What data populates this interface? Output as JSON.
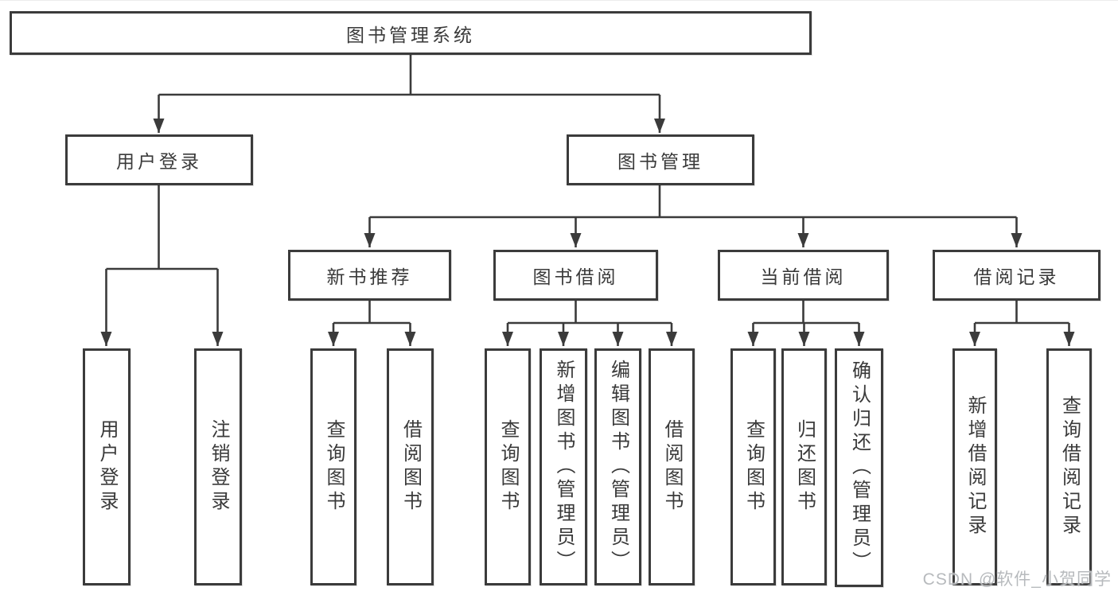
{
  "colors": {
    "line": "#3b3b3b",
    "text": "#3a3a3a",
    "watermark": "#b7babd"
  },
  "watermark": {
    "text": "CSDN @软件_小贺同学"
  },
  "tree": {
    "root": {
      "label": "图书管理系统",
      "children": [
        {
          "label": "用户登录",
          "children": [
            {
              "label": "用户登录"
            },
            {
              "label": "注销登录"
            }
          ]
        },
        {
          "label": "图书管理",
          "children": [
            {
              "label": "新书推荐",
              "children": [
                {
                  "label": "查询图书"
                },
                {
                  "label": "借阅图书"
                }
              ]
            },
            {
              "label": "图书借阅",
              "children": [
                {
                  "label": "查询图书"
                },
                {
                  "label": "新增图书（管理员）"
                },
                {
                  "label": "编辑图书（管理员）"
                },
                {
                  "label": "借阅图书"
                }
              ]
            },
            {
              "label": "当前借阅",
              "children": [
                {
                  "label": "查询图书"
                },
                {
                  "label": "归还图书"
                },
                {
                  "label": "确认归还（管理员）"
                }
              ]
            },
            {
              "label": "借阅记录",
              "children": [
                {
                  "label": "新增借阅记录"
                },
                {
                  "label": "查询借阅记录"
                }
              ]
            }
          ]
        }
      ]
    }
  }
}
